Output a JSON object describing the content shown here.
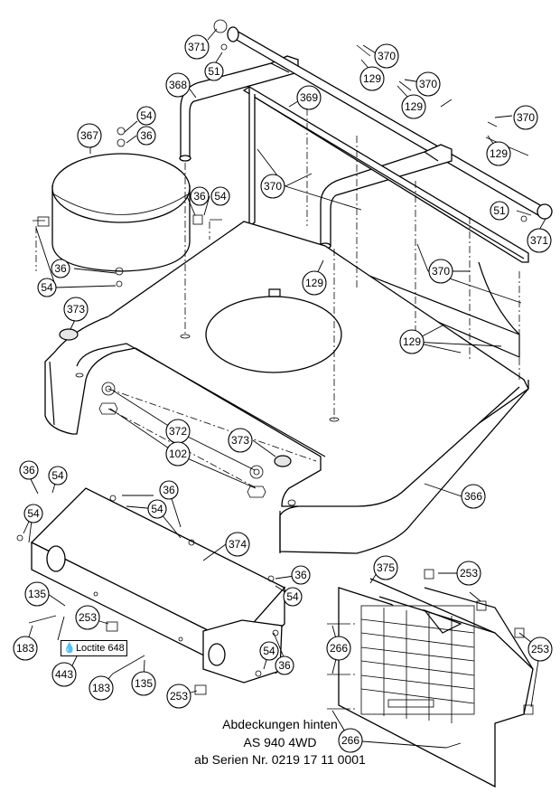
{
  "caption": {
    "line1": "Abdeckungen hinten",
    "line2": "AS 940 4WD",
    "line3": "ab Serien Nr. 0219 17 11 0001"
  },
  "label_box": "Loctite 648",
  "callouts": [
    {
      "id": "c371a",
      "text": "371"
    },
    {
      "id": "c51a",
      "text": "51"
    },
    {
      "id": "c370a",
      "text": "370"
    },
    {
      "id": "c129a",
      "text": "129"
    },
    {
      "id": "c370b",
      "text": "370"
    },
    {
      "id": "c129b",
      "text": "129"
    },
    {
      "id": "c368",
      "text": "368"
    },
    {
      "id": "c369",
      "text": "369"
    },
    {
      "id": "c54a",
      "text": "54"
    },
    {
      "id": "c36a",
      "text": "36"
    },
    {
      "id": "c370c",
      "text": "370"
    },
    {
      "id": "c129c",
      "text": "129"
    },
    {
      "id": "c367",
      "text": "367"
    },
    {
      "id": "c370d",
      "text": "370"
    },
    {
      "id": "c36b",
      "text": "36"
    },
    {
      "id": "c54b",
      "text": "54"
    },
    {
      "id": "c51b",
      "text": "51"
    },
    {
      "id": "c371b",
      "text": "371"
    },
    {
      "id": "c36c",
      "text": "36"
    },
    {
      "id": "c54c",
      "text": "54"
    },
    {
      "id": "c129d",
      "text": "129"
    },
    {
      "id": "c370e",
      "text": "370"
    },
    {
      "id": "c373a",
      "text": "373"
    },
    {
      "id": "c129e",
      "text": "129"
    },
    {
      "id": "c372",
      "text": "372"
    },
    {
      "id": "c102",
      "text": "102"
    },
    {
      "id": "c373b",
      "text": "373"
    },
    {
      "id": "c366",
      "text": "366"
    },
    {
      "id": "c36d",
      "text": "36"
    },
    {
      "id": "c54d",
      "text": "54"
    },
    {
      "id": "c36e",
      "text": "36"
    },
    {
      "id": "c54e",
      "text": "54"
    },
    {
      "id": "c54f",
      "text": "54"
    },
    {
      "id": "c374",
      "text": "374"
    },
    {
      "id": "c375",
      "text": "375"
    },
    {
      "id": "c253a",
      "text": "253"
    },
    {
      "id": "c36f",
      "text": "36"
    },
    {
      "id": "c54g",
      "text": "54"
    },
    {
      "id": "c135a",
      "text": "135"
    },
    {
      "id": "c253b",
      "text": "253"
    },
    {
      "id": "c266a",
      "text": "266"
    },
    {
      "id": "c253c",
      "text": "253"
    },
    {
      "id": "c183a",
      "text": "183"
    },
    {
      "id": "c54h",
      "text": "54"
    },
    {
      "id": "c443",
      "text": "443"
    },
    {
      "id": "c36g",
      "text": "36"
    },
    {
      "id": "c183b",
      "text": "183"
    },
    {
      "id": "c135b",
      "text": "135"
    },
    {
      "id": "c253d",
      "text": "253"
    },
    {
      "id": "c266b",
      "text": "266"
    }
  ]
}
